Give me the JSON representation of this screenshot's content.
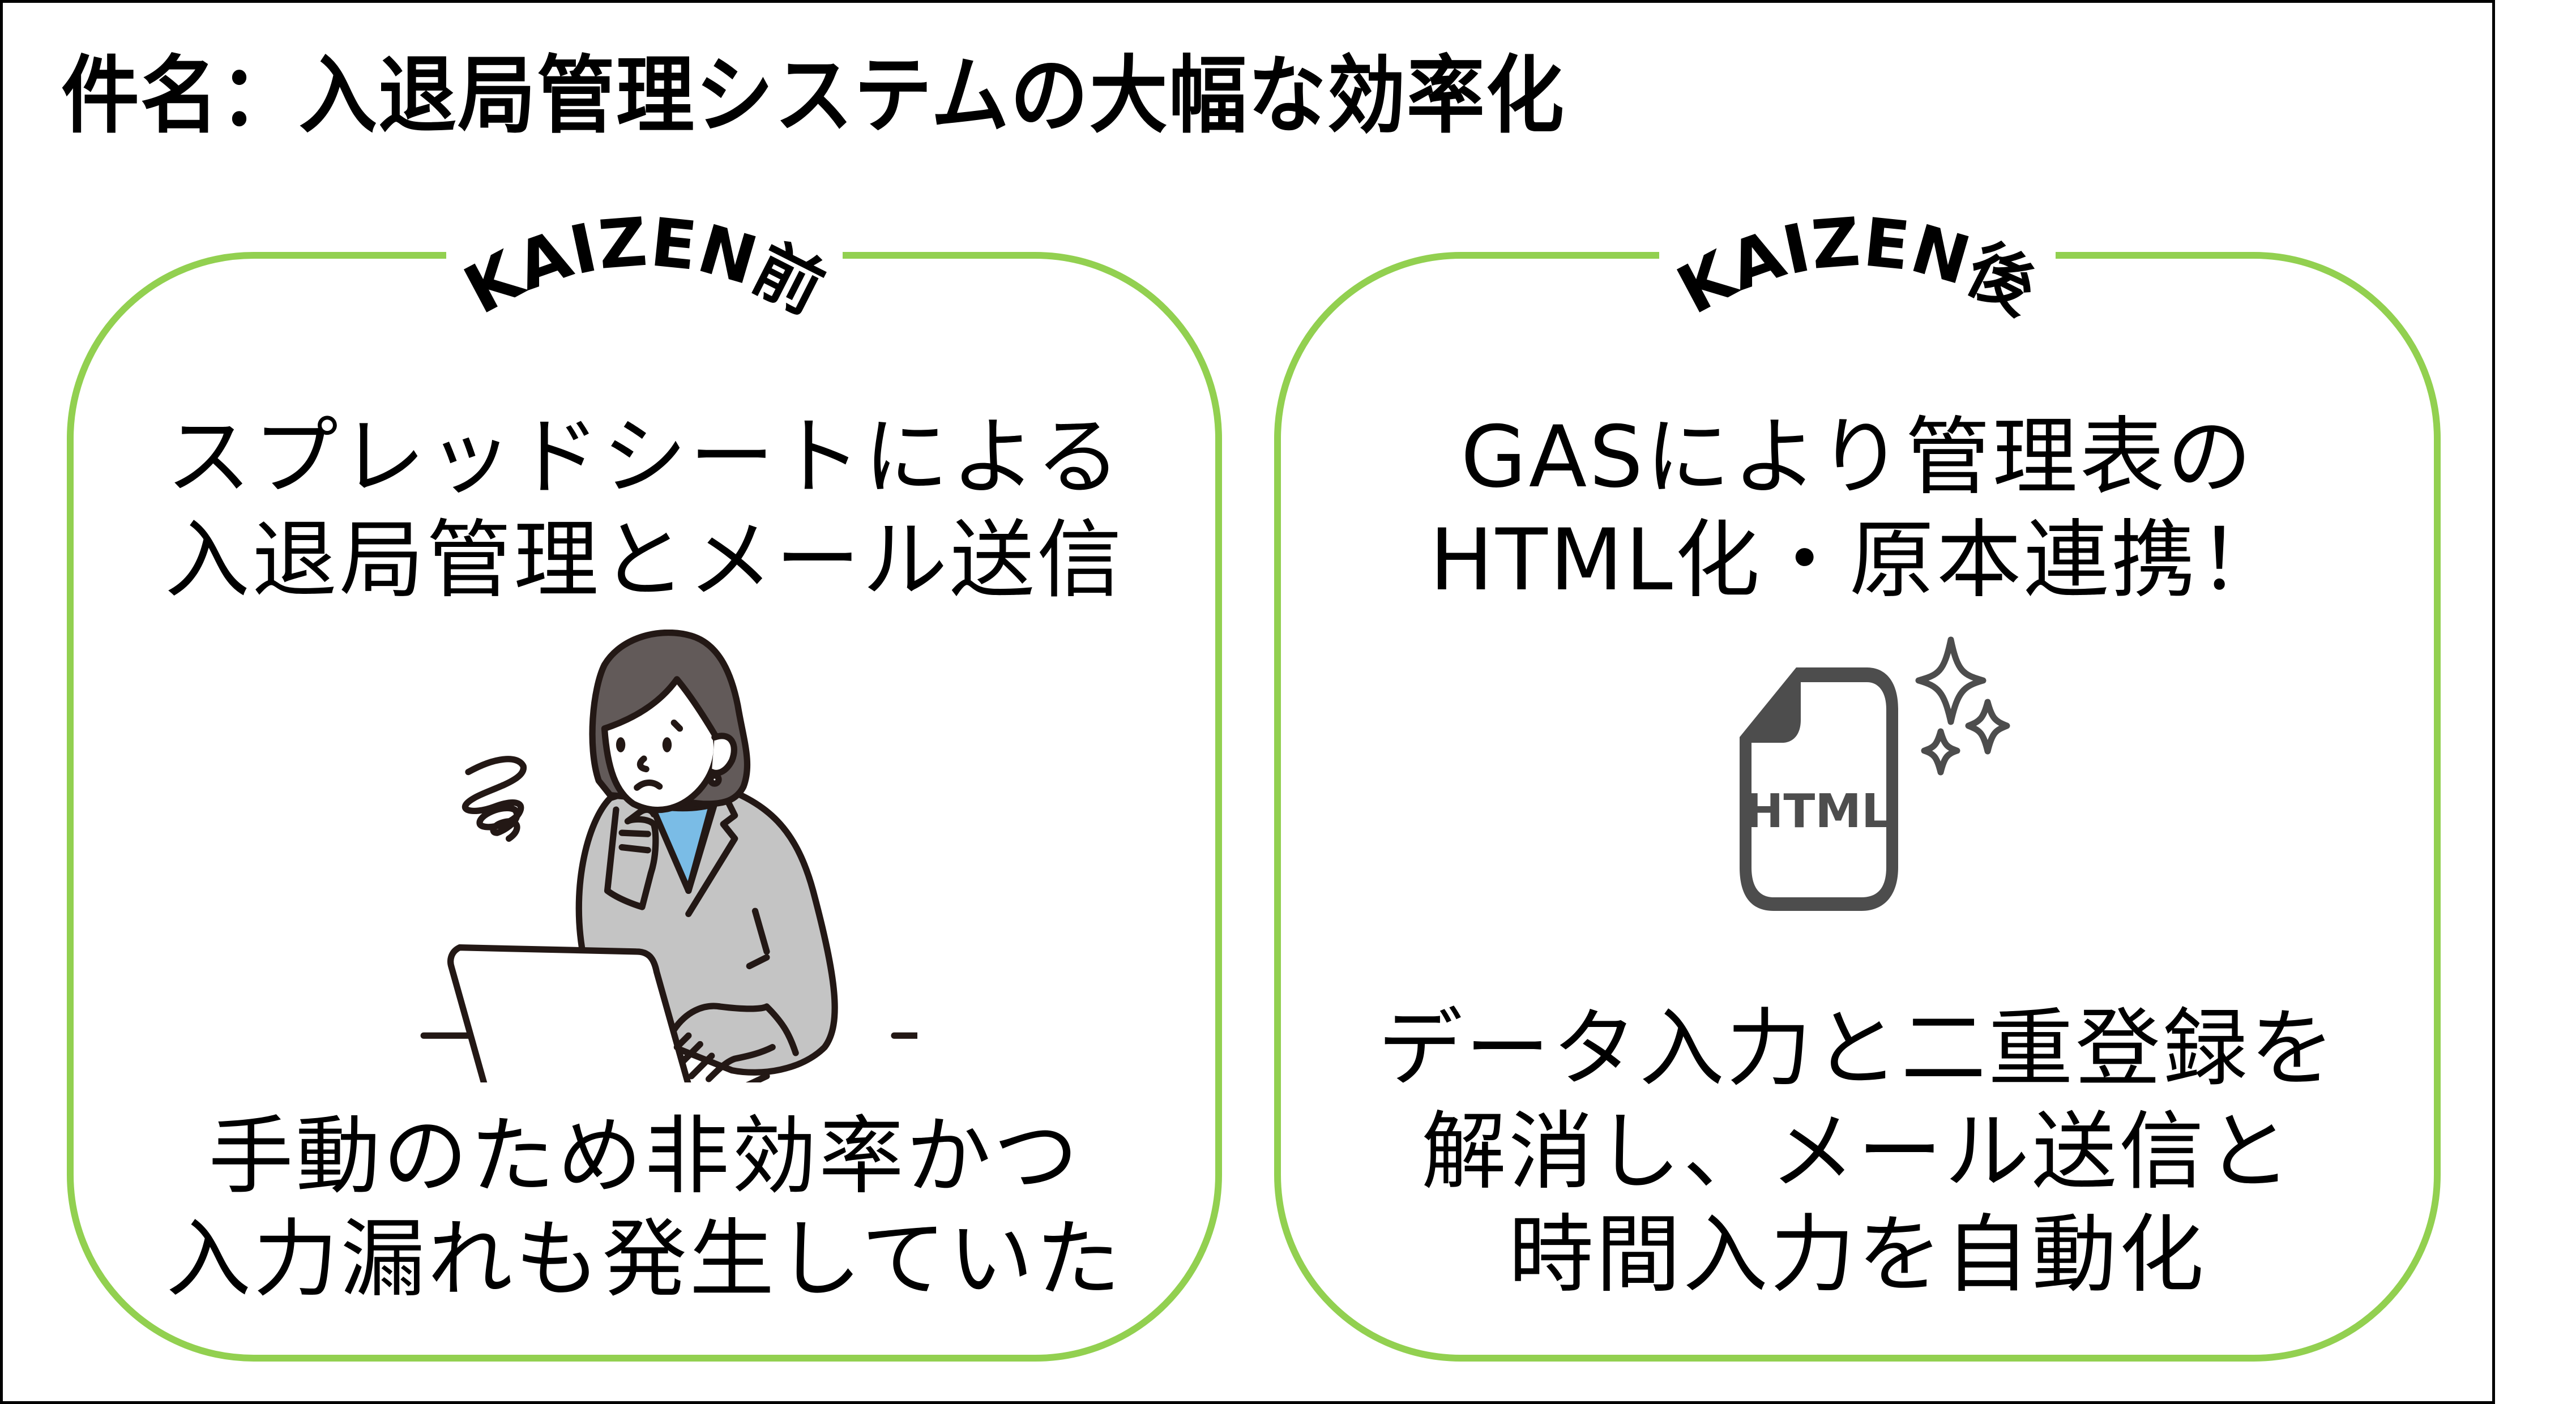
{
  "title": "件名：入退局管理システムの大幅な効率化",
  "colors": {
    "accent_green": "#92D050",
    "frame_black": "#000000",
    "icon_gray": "#4D4D4D",
    "hair_gray": "#625A59",
    "suit_gray": "#C4C4C4",
    "shirt_blue": "#7ABCE6",
    "line_dark": "#231815"
  },
  "before": {
    "header": "KAIZEN前",
    "top_lines": [
      "スプレッドシートによる",
      "入退局管理とメール送信"
    ],
    "illustration": "worried-woman-at-laptop",
    "bottom_lines": [
      "手動のため非効率かつ",
      "入力漏れも発生していた"
    ]
  },
  "after": {
    "header": "KAIZEN後",
    "top_lines": [
      "GASにより管理表の",
      "HTML化・原本連携！"
    ],
    "illustration": "html-file-icon-with-sparkles",
    "icon_label": "HTML",
    "bottom_lines": [
      "データ入力と二重登録を",
      "解消し、メール送信と",
      "時間入力を自動化"
    ]
  }
}
